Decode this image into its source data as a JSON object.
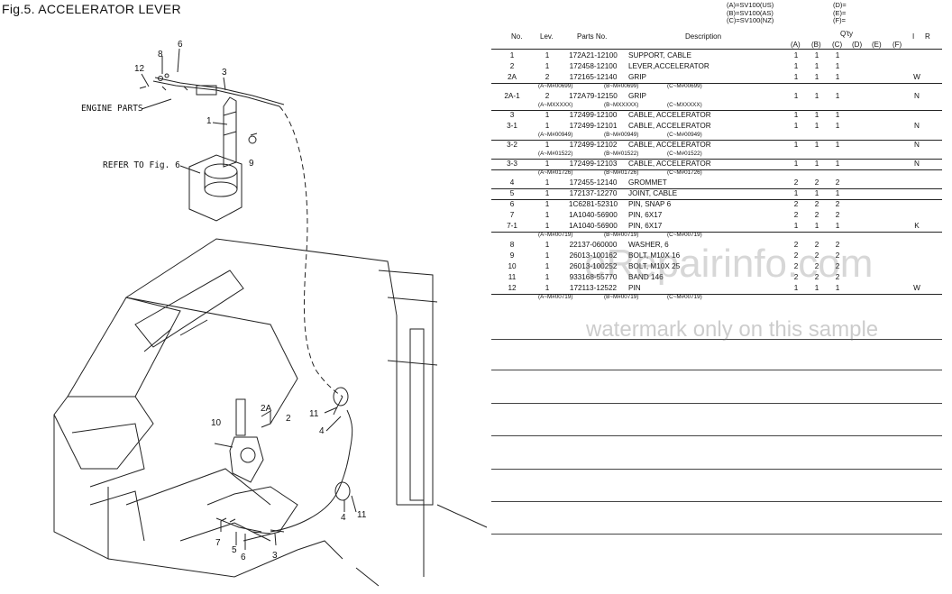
{
  "figure": {
    "title": "Fig.5.  ACCELERATOR LEVER"
  },
  "diagram": {
    "labels": {
      "engine_parts": "ENGINE PARTS",
      "refer_to": "REFER TO Fig. 6"
    },
    "callouts": [
      "12",
      "8",
      "6",
      "3",
      "1",
      "9",
      "2A",
      "2",
      "10",
      "11",
      "4",
      "4",
      "11",
      "7",
      "5",
      "6",
      "3"
    ]
  },
  "models": {
    "left": [
      "(A)=SV100(US)",
      "(B)=SV100(AS)",
      "(C)=SV100(NZ)"
    ],
    "right": [
      "(D)=",
      "(E)=",
      "(F)="
    ]
  },
  "table": {
    "headers": {
      "no": "No.",
      "lev": "Lev.",
      "parts_no": "Parts No.",
      "description": "Description",
      "qty": "Q'ty",
      "i": "I",
      "r": "R"
    },
    "qty_cols": [
      "(A)",
      "(B)",
      "(C)",
      "(D)",
      "(E)",
      "(F)"
    ],
    "rows": [
      {
        "no": "1",
        "lev": "1",
        "part": "172A21-12100",
        "desc": "SUPPORT, CABLE",
        "a": "1",
        "b": "1",
        "c": "1",
        "r": ""
      },
      {
        "no": "2",
        "lev": "1",
        "part": "172458-12100",
        "desc": "LEVER,ACCELERATOR",
        "a": "1",
        "b": "1",
        "c": "1",
        "r": ""
      },
      {
        "no": "2A",
        "lev": "2",
        "part": "172165-12140",
        "desc": "GRIP",
        "a": "1",
        "b": "1",
        "c": "1",
        "r": "W"
      },
      {
        "no": "2A-1",
        "lev": "2",
        "part": "172A79-12150",
        "desc": "GRIP",
        "a": "1",
        "b": "1",
        "c": "1",
        "r": "N"
      },
      {
        "no": "3",
        "lev": "1",
        "part": "172499-12100",
        "desc": "CABLE, ACCELERATOR",
        "a": "1",
        "b": "1",
        "c": "1",
        "r": ""
      },
      {
        "no": "3-1",
        "lev": "1",
        "part": "172499-12101",
        "desc": "CABLE, ACCELERATOR",
        "a": "1",
        "b": "1",
        "c": "1",
        "r": "N"
      },
      {
        "no": "3-2",
        "lev": "1",
        "part": "172499-12102",
        "desc": "CABLE, ACCELERATOR",
        "a": "1",
        "b": "1",
        "c": "1",
        "r": "N"
      },
      {
        "no": "3-3",
        "lev": "1",
        "part": "172499-12103",
        "desc": "CABLE, ACCELERATOR",
        "a": "1",
        "b": "1",
        "c": "1",
        "r": "N"
      },
      {
        "no": "4",
        "lev": "1",
        "part": "172455-12140",
        "desc": "GROMMET",
        "a": "2",
        "b": "2",
        "c": "2",
        "r": ""
      },
      {
        "no": "5",
        "lev": "1",
        "part": "172137-12270",
        "desc": "JOINT, CABLE",
        "a": "1",
        "b": "1",
        "c": "1",
        "r": ""
      },
      {
        "no": "6",
        "lev": "1",
        "part": "1C6281-52310",
        "desc": "PIN, SNAP 6",
        "a": "2",
        "b": "2",
        "c": "2",
        "r": ""
      },
      {
        "no": "7",
        "lev": "1",
        "part": "1A1040-56900",
        "desc": "PIN, 6X17",
        "a": "2",
        "b": "2",
        "c": "2",
        "r": ""
      },
      {
        "no": "7-1",
        "lev": "1",
        "part": "1A1040-56900",
        "desc": "PIN, 6X17",
        "a": "1",
        "b": "1",
        "c": "1",
        "r": "K"
      },
      {
        "no": "8",
        "lev": "1",
        "part": "22137-060000",
        "desc": "WASHER, 6",
        "a": "2",
        "b": "2",
        "c": "2",
        "r": ""
      },
      {
        "no": "9",
        "lev": "1",
        "part": "26013-100162",
        "desc": "BOLT, M10X 16",
        "a": "2",
        "b": "2",
        "c": "2",
        "r": ""
      },
      {
        "no": "10",
        "lev": "1",
        "part": "26013-100252",
        "desc": "BOLT, M10X 25",
        "a": "2",
        "b": "2",
        "c": "2",
        "r": ""
      },
      {
        "no": "11",
        "lev": "1",
        "part": "933168-55770",
        "desc": "BAND 146",
        "a": "2",
        "b": "2",
        "c": "2",
        "r": ""
      },
      {
        "no": "12",
        "lev": "1",
        "part": "172113-12522",
        "desc": "PIN",
        "a": "1",
        "b": "1",
        "c": "1",
        "r": "W"
      }
    ],
    "serials": [
      [
        "(A~M#00699)",
        "(B~M#00699)",
        "(C~M#00699)"
      ],
      [
        "(A~MXXXXX)",
        "(B~MXXXXX)",
        "(C~MXXXXX)"
      ],
      [
        "(A~M#00949)",
        "(B~M#00949)",
        "(C~M#00949)"
      ],
      [
        "(A~M#01522)",
        "(B~M#01522)",
        "(C~M#01522)"
      ],
      [
        "(A~M#01726)",
        "(B~M#01726)",
        "(C~M#01726)"
      ],
      [
        "(A~M#00719)",
        "(B~M#00719)",
        "(C~M#00719)"
      ],
      [
        "(A~M#00719)",
        "(B~M#00719)",
        "(C~M#00719)"
      ]
    ]
  },
  "watermark": {
    "main": "eRepairinfo.com",
    "sub": "watermark only on this sample"
  }
}
